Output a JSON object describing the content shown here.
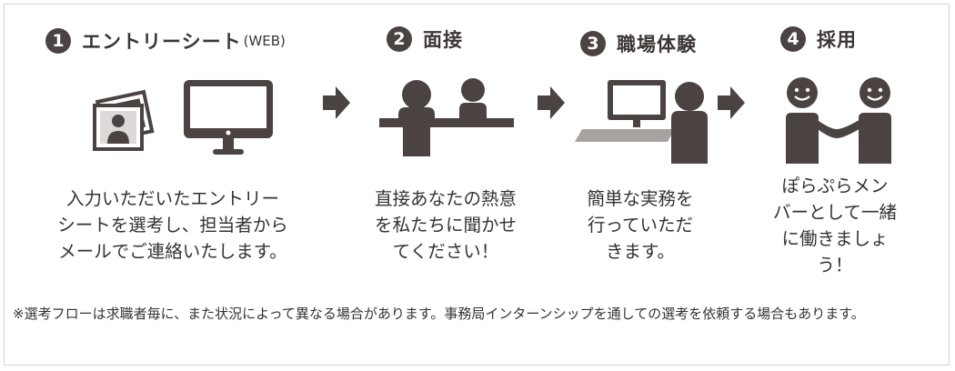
{
  "colors": {
    "icon": "#4a4342",
    "desk": "#a7a3a1",
    "accent_bg": "#ffffff"
  },
  "steps": [
    {
      "number": "1",
      "title": "エントリーシート",
      "suffix": "(WEB)",
      "icons": [
        "photo-icon",
        "monitor-icon"
      ],
      "description": [
        "入力いただいたエントリー",
        "シートを選考し、担当者から",
        "メールでご連絡いたします。"
      ]
    },
    {
      "number": "2",
      "title": "面接",
      "suffix": "",
      "icons": [
        "interview-icon"
      ],
      "description": [
        "直接あなたの熱意",
        "を私たちに聞かせ",
        "てください！"
      ]
    },
    {
      "number": "3",
      "title": "職場体験",
      "suffix": "",
      "icons": [
        "workplace-icon"
      ],
      "description": [
        "簡単な実務を",
        "行っていただ",
        "きます。"
      ]
    },
    {
      "number": "4",
      "title": "採用",
      "suffix": "",
      "icons": [
        "handshake-icon"
      ],
      "description": [
        "ぽらぷらメン",
        "バーとして一緒",
        "に働きましょ",
        "う！"
      ]
    }
  ],
  "note": "※選考フローは求職者毎に、また状況によって異なる場合があります。事務局インターンシップを通しての選考を依頼する場合もあります。"
}
